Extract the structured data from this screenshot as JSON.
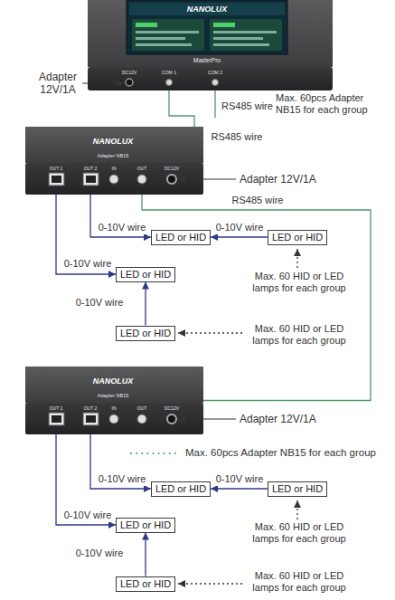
{
  "diagram": {
    "nodes": [
      {
        "text": [
          "NANOLUX",
          "MasterPro",
          "DC12V",
          "COM 1",
          "COM 2"
        ]
      },
      {
        "text": [
          "NANOLUX",
          "Adapter NB15",
          "OUT 1",
          "OUT 2",
          "IN",
          "OUT",
          "DC12V"
        ]
      },
      {
        "text": [
          "LED or HID"
        ]
      },
      {
        "text": [
          "LED or HID"
        ]
      },
      {
        "text": [
          "LED or HID"
        ]
      },
      {
        "text": [
          "LED or HID"
        ]
      },
      {
        "text": [
          "NANOLUX",
          "Adapter NB15",
          "OUT 1",
          "OUT 2",
          "IN",
          "OUT",
          "DC12V"
        ]
      },
      {
        "text": [
          "LED or HID"
        ]
      },
      {
        "text": [
          "LED or HID"
        ]
      },
      {
        "text": [
          "LED or HID"
        ]
      },
      {
        "text": [
          "LED or HID"
        ]
      }
    ],
    "edges": [
      {
        "from": 0,
        "to": 1,
        "arrow": "none",
        "label": "RS485 wire"
      },
      {
        "from": 1,
        "to": 6,
        "arrow": "none",
        "label": "RS485 wire"
      },
      {
        "from": 1,
        "to": 2,
        "arrow": "to",
        "label": "0-10V wire"
      },
      {
        "from": 3,
        "to": 2,
        "arrow": "to",
        "label": "0-10V wire"
      },
      {
        "from": 1,
        "to": 4,
        "arrow": "to",
        "label": "0-10V wire"
      },
      {
        "from": 5,
        "to": 4,
        "arrow": "to",
        "label": "0-10V wire"
      },
      {
        "from": 6,
        "to": 7,
        "arrow": "to",
        "label": "0-10V wire"
      },
      {
        "from": 8,
        "to": 7,
        "arrow": "to",
        "label": "0-10V wire"
      },
      {
        "from": 6,
        "to": 9,
        "arrow": "to",
        "label": "0-10V wire"
      },
      {
        "from": 10,
        "to": 9,
        "arrow": "to",
        "label": "0-10V wire"
      }
    ],
    "labels": [
      "Adapter 12V/1A",
      "RS485 wire",
      "Max. 60pcs Adapter NB15 for each group",
      "Adapter 12V/1A",
      "Max. 60 HID or LED lamps for each group",
      "Max. 60 HID or LED lamps for each group",
      "Adapter 12V/1A",
      "Max. 60pcs Adapter NB15 for each group",
      "Max. 60 HID or LED lamps for each group",
      "Max. 60 HID or LED lamps for each group"
    ]
  }
}
